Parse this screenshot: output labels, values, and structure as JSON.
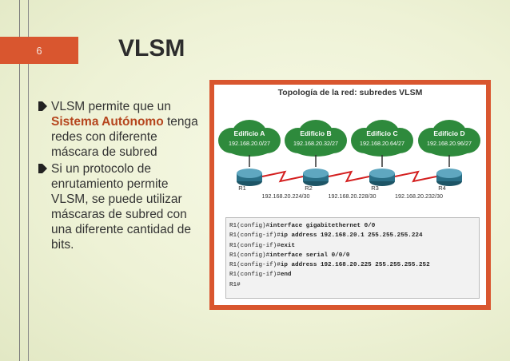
{
  "slide": {
    "number": "6",
    "title": "VLSM"
  },
  "bullets": [
    {
      "before": "VLSM permite que un ",
      "highlight": "Sistema Autónomo",
      "after": " tenga redes con diferente máscara de subred"
    },
    {
      "before": " Si un protocolo de enrutamiento permite VLSM, se puede utilizar máscaras de subred con una diferente cantidad de bits.",
      "highlight": "",
      "after": ""
    }
  ],
  "figure": {
    "title": "Topología de la red: subredes VLSM",
    "buildings": [
      {
        "name": "Edificio A",
        "net": "192.168.20.0/27"
      },
      {
        "name": "Edificio B",
        "net": "192.168.20.32/27"
      },
      {
        "name": "Edificio C",
        "net": "192.168.20.64/27"
      },
      {
        "name": "Edificio D",
        "net": "192.168.20.96/27"
      }
    ],
    "routers": [
      "R1",
      "R2",
      "R3",
      "R4"
    ],
    "links": [
      "192.168.20.224/30",
      "192.168.20.228/30",
      "192.168.20.232/30"
    ],
    "cli": [
      {
        "prompt": "R1(config)#",
        "cmd": "interface gigabitethernet 0/0"
      },
      {
        "prompt": "R1(config-if)#",
        "cmd": "ip address 192.168.20.1 255.255.255.224"
      },
      {
        "prompt": "R1(config-if)#",
        "cmd": "exit"
      },
      {
        "prompt": "R1(config)#",
        "cmd": "interface serial 0/0/0"
      },
      {
        "prompt": "R1(config-if)#",
        "cmd": "ip address 192.168.20.225 255.255.255.252"
      },
      {
        "prompt": "R1(config-if)#",
        "cmd": "end"
      },
      {
        "prompt": "R1#",
        "cmd": ""
      }
    ],
    "colors": {
      "cloud": "#2e8a3c",
      "router": "#2a6f86",
      "serial": "#d42020",
      "frame": "#d9562f"
    }
  }
}
